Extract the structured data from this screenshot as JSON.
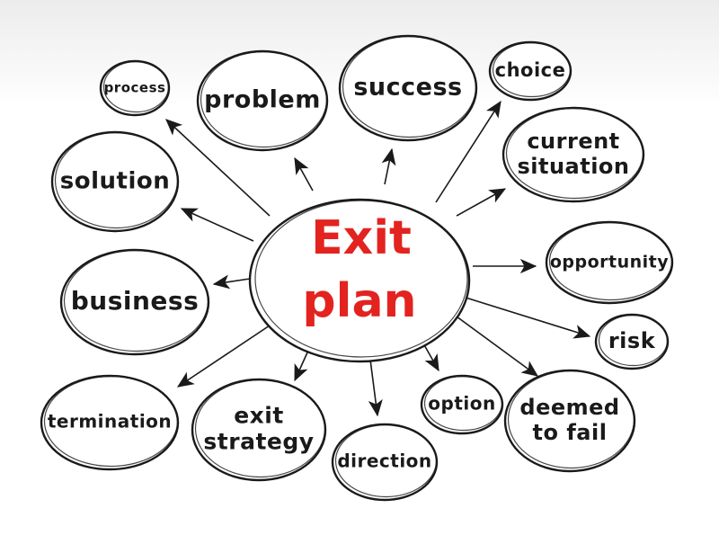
{
  "center": {
    "line1": "Exit",
    "line2": "plan",
    "color": "#e3231f"
  },
  "ink_color": "#1a1a1a",
  "nodes": [
    {
      "id": "process",
      "lines": [
        "process"
      ]
    },
    {
      "id": "problem",
      "lines": [
        "problem"
      ]
    },
    {
      "id": "success",
      "lines": [
        "success"
      ]
    },
    {
      "id": "choice",
      "lines": [
        "choice"
      ]
    },
    {
      "id": "current-situation",
      "lines": [
        "current",
        "situation"
      ]
    },
    {
      "id": "solution",
      "lines": [
        "solution"
      ]
    },
    {
      "id": "opportunity",
      "lines": [
        "opportunity"
      ]
    },
    {
      "id": "business",
      "lines": [
        "business"
      ]
    },
    {
      "id": "risk",
      "lines": [
        "risk"
      ]
    },
    {
      "id": "termination",
      "lines": [
        "termination"
      ]
    },
    {
      "id": "exit-strategy",
      "lines": [
        "exit",
        "strategy"
      ]
    },
    {
      "id": "direction",
      "lines": [
        "direction"
      ]
    },
    {
      "id": "option",
      "lines": [
        "option"
      ]
    },
    {
      "id": "deemed-to-fail",
      "lines": [
        "deemed",
        "to fail"
      ]
    }
  ]
}
